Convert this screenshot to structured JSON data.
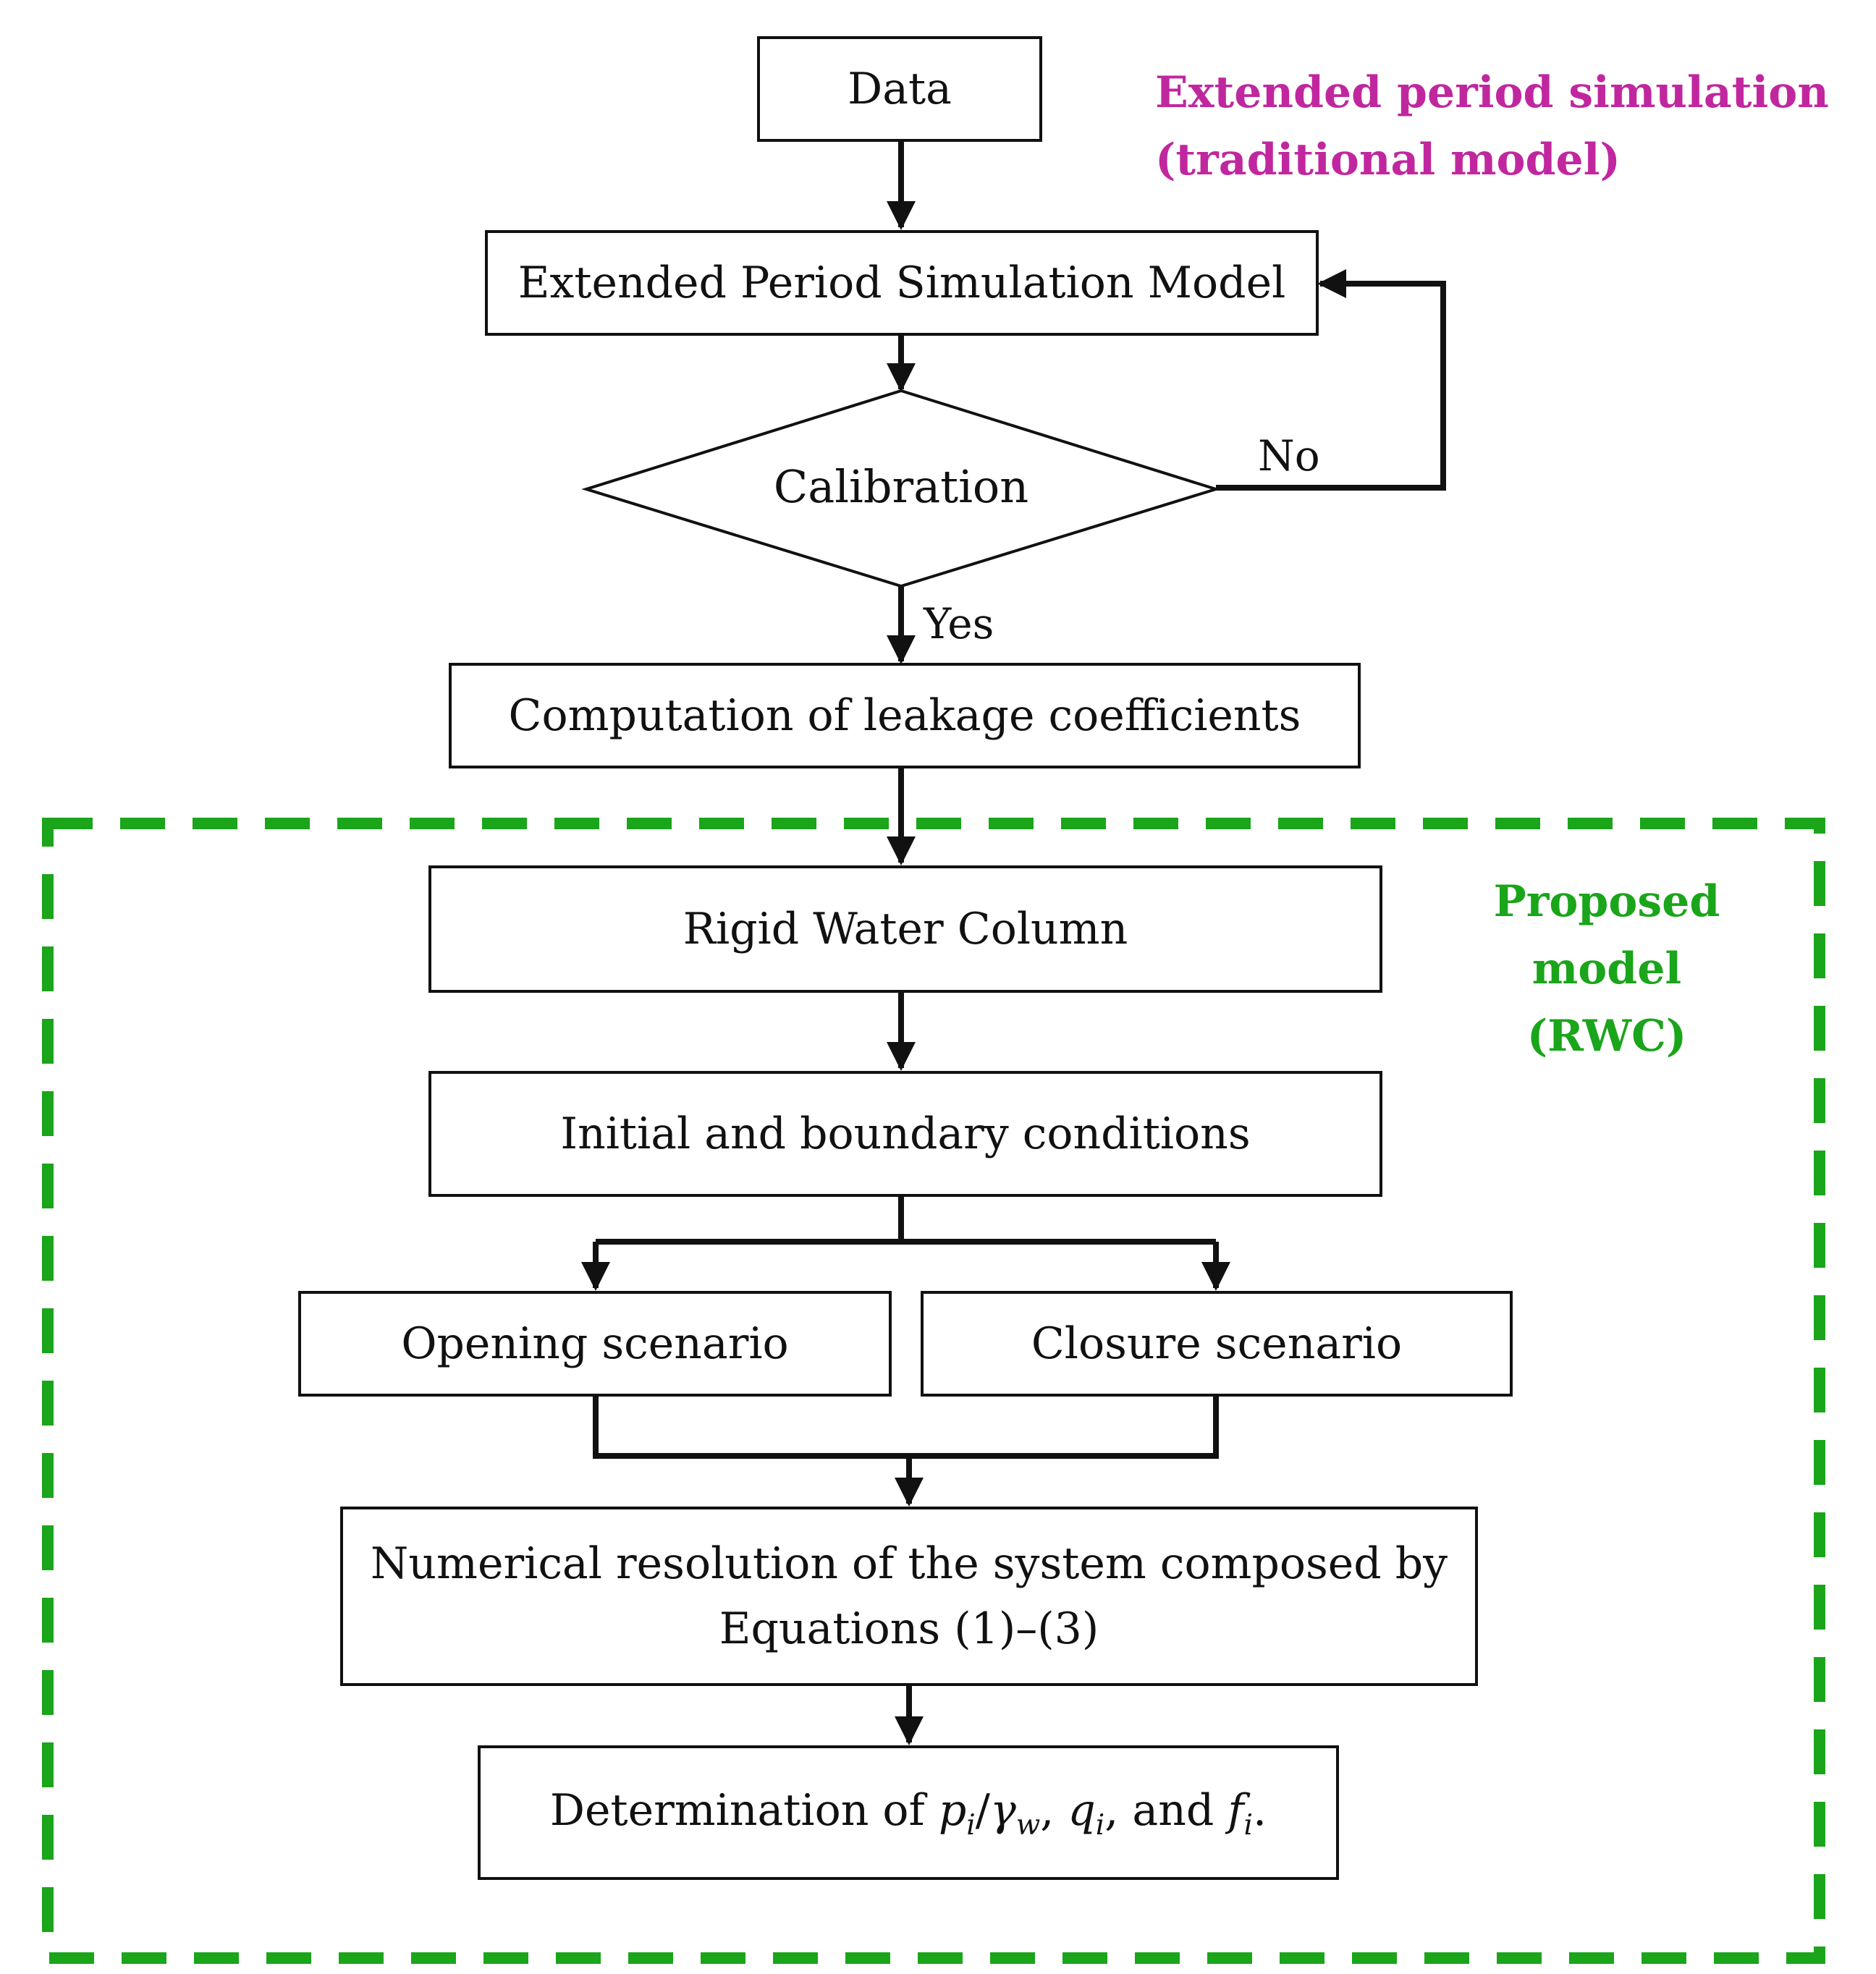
{
  "labels": {
    "traditional_line1": "Extended period simulation",
    "traditional_line2": "(traditional model)",
    "proposed_line1": "Proposed model",
    "proposed_line2": "(RWC)"
  },
  "nodes": {
    "data": "Data",
    "epsm": "Extended Period Simulation Model",
    "calibration": "Calibration",
    "leakage": "Computation of leakage coefficients",
    "rwc": "Rigid Water Column",
    "conditions": "Initial and boundary conditions",
    "opening": "Opening scenario",
    "closure": "Closure scenario",
    "numerical_line1": "Numerical resolution of the system composed by",
    "numerical_line2": "Equations (1)–(3)",
    "determination_prefix": "Determination of",
    "determination_p": "p",
    "determination_p_sub": "i",
    "determination_slash": "/",
    "determination_gamma": "γ",
    "determination_gamma_sub": "w",
    "determination_q": "q",
    "determination_q_sub": "i",
    "determination_and": ", and",
    "determination_f": "f",
    "determination_f_sub": "i",
    "determination_end": "."
  },
  "edges": {
    "no": "No",
    "yes": "Yes"
  },
  "colors": {
    "traditional": "#c0279f",
    "proposed": "#1aa51a",
    "stroke": "#111111"
  }
}
